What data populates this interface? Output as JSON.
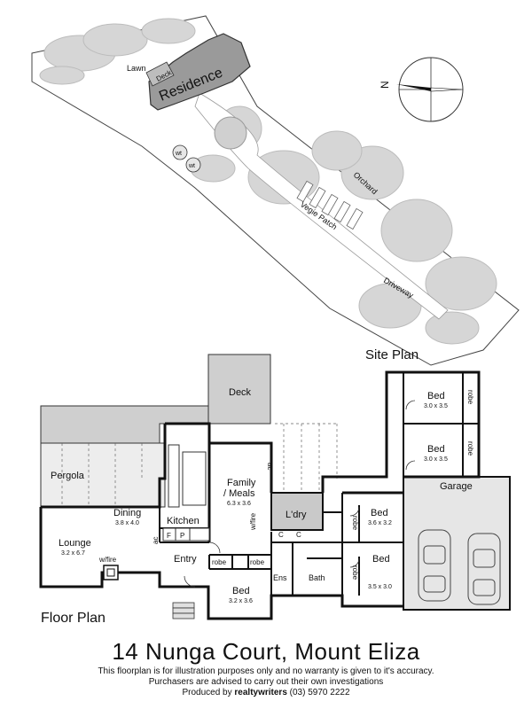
{
  "site_plan": {
    "title": "Site Plan",
    "labels": {
      "lawn": "Lawn",
      "deck": "Deck",
      "residence": "Residence",
      "wt1": "wt",
      "wt2": "wt",
      "orchard": "Orchard",
      "vegie_patch": "Vegie Patch",
      "driveway": "Driveway"
    },
    "compass": "N"
  },
  "floor_plan": {
    "title": "Floor  Plan",
    "rooms": {
      "deck": "Deck",
      "pergola": "Pergola",
      "dining": {
        "name": "Dining",
        "size": "3.8 x 4.0"
      },
      "lounge": {
        "name": "Lounge",
        "size": "3.2 x 6.7"
      },
      "wfire_lounge": "w/fire",
      "kitchen": "Kitchen",
      "family_line1": "Family",
      "family_line2": "/ Meals",
      "family_size": "6.3 x 3.6",
      "wfire_family": "w/fire",
      "ac1": "ac",
      "ac2": "ac",
      "ldry": "L'dry",
      "c1": "C",
      "c2": "C",
      "entry": "Entry",
      "f": "F",
      "p": "P",
      "robe_entry1": "robe",
      "robe_entry2": "robe",
      "bed_front": {
        "name": "Bed",
        "size": "3.2 x 3.6"
      },
      "ens": "Ens",
      "bath": "Bath",
      "bed_mid": {
        "name": "Bed",
        "size": "3.6 x 3.2"
      },
      "robe_mid": "robe",
      "bed_low": {
        "name": "Bed",
        "size": "3.5 x 3.0"
      },
      "robe_low": "robe",
      "bed_top1": {
        "name": "Bed",
        "size": "3.0 x 3.5"
      },
      "robe_top1": "robe",
      "bed_top2": {
        "name": "Bed",
        "size": "3.0 x 3.5"
      },
      "robe_top2": "robe",
      "garage": "Garage"
    }
  },
  "footer": {
    "address": "14 Nunga Court, Mount Eliza",
    "disclaimer1": "This floorplan is for illustration purposes only and no warranty is given to it's accuracy.",
    "disclaimer2": "Purchasers are advised to carry out their own investigations",
    "credit_prefix": "Produced by ",
    "credit_brand": "realtywriters",
    "credit_phone": " (03) 5970 2222"
  }
}
